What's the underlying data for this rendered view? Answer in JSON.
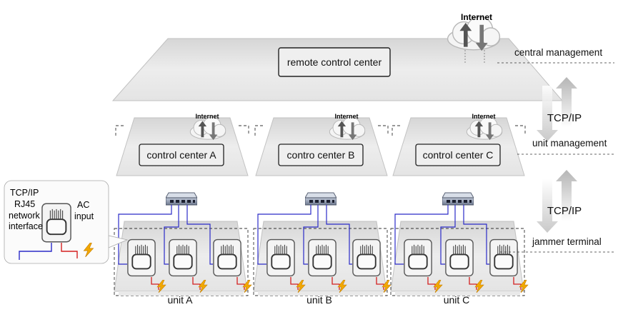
{
  "layers": {
    "central": {
      "box_label": "remote control center",
      "side_label": "central management"
    },
    "unit": {
      "side_label": "unit management"
    },
    "terminal": {
      "side_label": "jammer terminal"
    }
  },
  "internet_label": "Internet",
  "protocol_labels": [
    "TCP/IP",
    "TCP/IP"
  ],
  "control_centers": [
    {
      "label": "control center A"
    },
    {
      "label": "contro center B"
    },
    {
      "label": "control center C"
    }
  ],
  "units": [
    {
      "label": "unit A"
    },
    {
      "label": "unit B"
    },
    {
      "label": "unit C"
    }
  ],
  "callout": {
    "protocol": "TCP/IP",
    "port": "RJ45",
    "interface_line1": "network",
    "interface_line2": "interface",
    "power_line1": "AC",
    "power_line2": "input"
  },
  "colors": {
    "network_line": "#2b2bc8",
    "power_line": "#d42020",
    "bolt": "#f2a800"
  }
}
